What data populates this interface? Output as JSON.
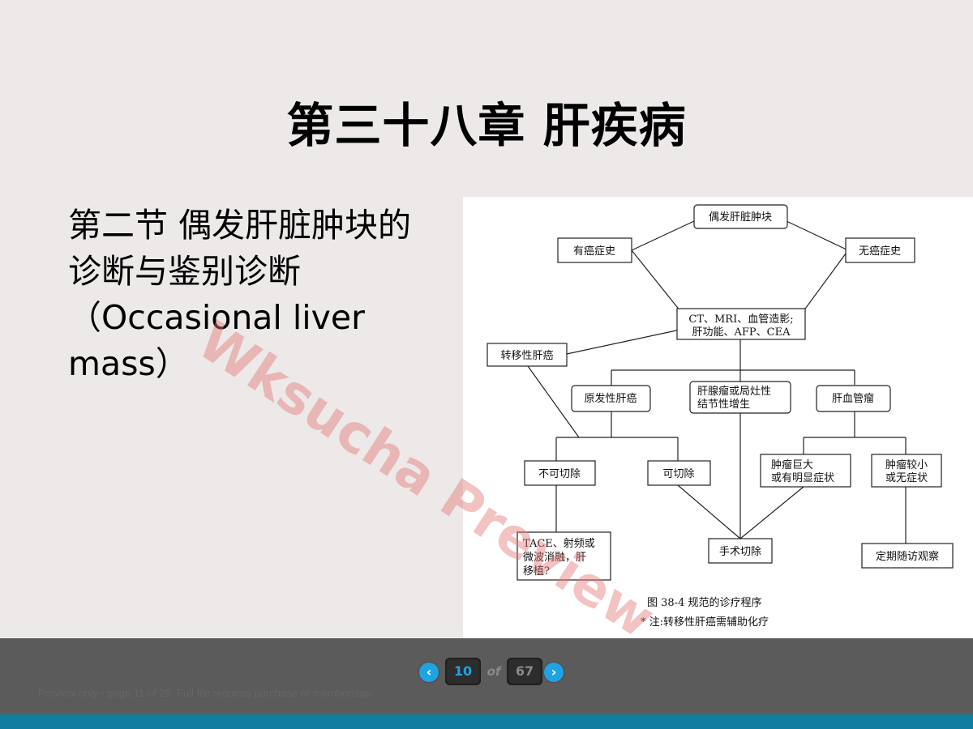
{
  "slide": {
    "title": "第三十八章  肝疾病",
    "section_lines": [
      "第二节  偶发肝脏肿块的",
      "诊断与鉴别诊断",
      "（Occasional liver",
      "mass）"
    ]
  },
  "flowchart": {
    "nodes": {
      "top": "偶发肝脏肿块",
      "cancer_history": "有癌症史",
      "no_cancer_history": "无癌症史",
      "tests_line1": "CT、MRI、血管造影;",
      "tests_line2": "肝功能、AFP、CEA",
      "metastatic": "转移性肝癌",
      "primary": "原发性肝癌",
      "adenoma_line1": "肝腺瘤或局灶性",
      "adenoma_line2": "结节性增生",
      "hemangioma": "肝血管瘤",
      "unresectable": "不可切除",
      "resectable": "可切除",
      "large_line1": "肿瘤巨大",
      "large_line2": "或有明显症状",
      "small_line1": "肿瘤较小",
      "small_line2": "或无症状",
      "tace_line1": "TACE、射频或",
      "tace_line2": "微波消融，肝",
      "tace_line3": "移植?",
      "surgery": "手术切除",
      "followup": "定期随访观察"
    },
    "caption": "图 38-4    规范的诊疗程序",
    "note": "* 注:转移性肝癌需辅助化疗"
  },
  "watermark": "Wksucha Preview",
  "pager": {
    "prev_icon": "chevron-left-icon",
    "next_icon": "chevron-right-icon",
    "prev_glyph": "‹",
    "next_glyph": "›",
    "current": "10",
    "of": "of",
    "total": "67"
  },
  "preview_note": "Preview only - page 11 of 28. Full file requires purchase or membership.",
  "colors": {
    "slide_bg": "#ece9e8",
    "footer_bg": "#5b5b5b",
    "strip": "#107ea0",
    "nav_accent": "#1fa3e3",
    "watermark": "#e47878"
  }
}
